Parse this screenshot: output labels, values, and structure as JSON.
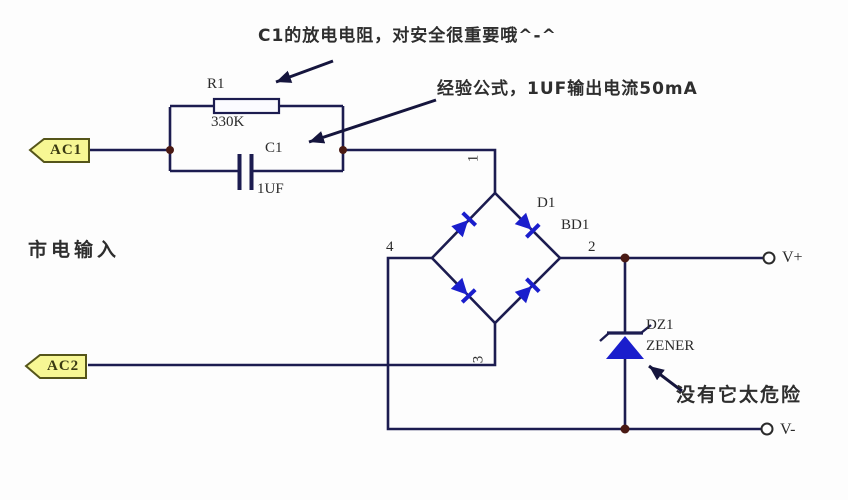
{
  "colors": {
    "wire": "#1c1c50",
    "diode_blue": "#1a1ecc",
    "junction_dot": "#4a1a14",
    "connector_fill": "#f7f794",
    "connector_border": "#55551a",
    "text": "#2b2b2b",
    "background": "#fdfdfd"
  },
  "connectors": {
    "ac1": {
      "label": "AC1"
    },
    "ac2": {
      "label": "AC2"
    }
  },
  "components": {
    "r1_ref": "R1",
    "r1_value": "330K",
    "c1_ref": "C1",
    "c1_value": "1UF",
    "d1_ref": "D1",
    "bridge_ref": "BD1",
    "pin1": "1",
    "pin2": "2",
    "pin3": "3",
    "pin4": "4",
    "dz1_ref": "DZ1",
    "dz1_type": "ZENER"
  },
  "terminals": {
    "vplus": "V+",
    "vminus": "V-"
  },
  "annotations": {
    "discharge_note": "C1的放电电阻，对安全很重要哦^-^",
    "formula_note": "经验公式，1UF输出电流50mA",
    "mains_input": "市电输入",
    "danger_note": "没有它太危险"
  }
}
